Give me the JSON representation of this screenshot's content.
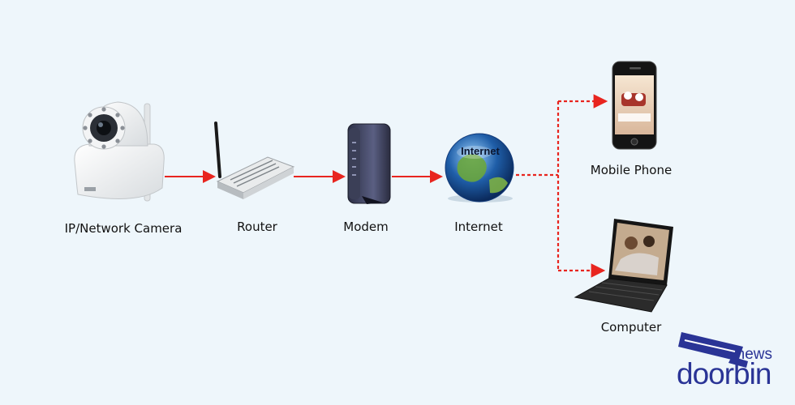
{
  "nodes": {
    "camera": {
      "label": "IP/Network Camera"
    },
    "router": {
      "label": "Router"
    },
    "modem": {
      "label": "Modem"
    },
    "internet": {
      "label": "Internet",
      "globe_text": "Internet"
    },
    "phone": {
      "label": "Mobile Phone"
    },
    "computer": {
      "label": "Computer"
    }
  },
  "logo": {
    "small": "news",
    "word": "doorbin"
  },
  "colors": {
    "arrow": "#e8251f",
    "background": "#eef6fb",
    "logo_blue": "#2a3496",
    "globe_blue": "#1f5ea8"
  }
}
